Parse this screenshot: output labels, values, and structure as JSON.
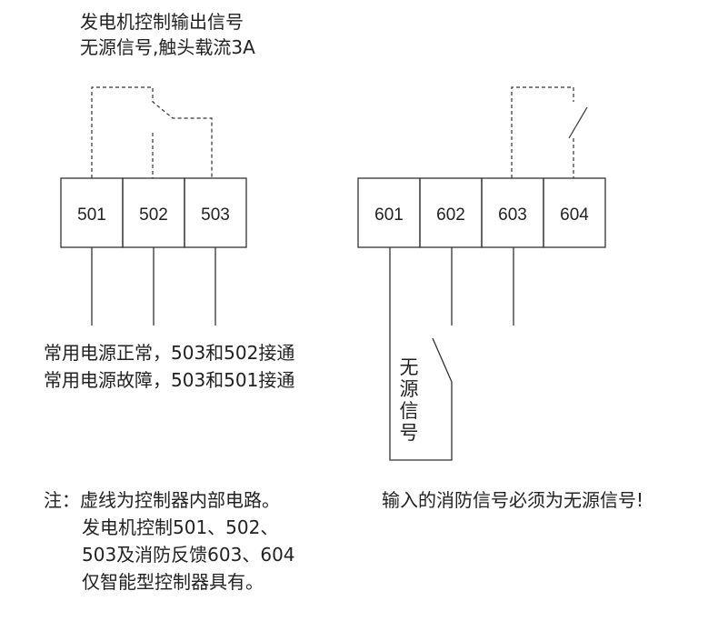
{
  "generator_header": {
    "line1": "发电机控制输出信号",
    "line2": "无源信号,触头载流3A"
  },
  "left_terminals": [
    "501",
    "502",
    "503"
  ],
  "right_terminals": [
    "601",
    "602",
    "603",
    "604"
  ],
  "left_status": {
    "line1": "常用电源正常，503和502接通",
    "line2": "常用电源故障，503和501接通"
  },
  "passive_signal_label": "无源信号",
  "note": {
    "line1": "注：虚线为控制器内部电路。",
    "line2": "发电机控制501、502、",
    "line3": "503及消防反馈603、604",
    "line4": "仅智能型控制器具有。"
  },
  "fire_input_note": "输入的消防信号必须为无源信号!"
}
